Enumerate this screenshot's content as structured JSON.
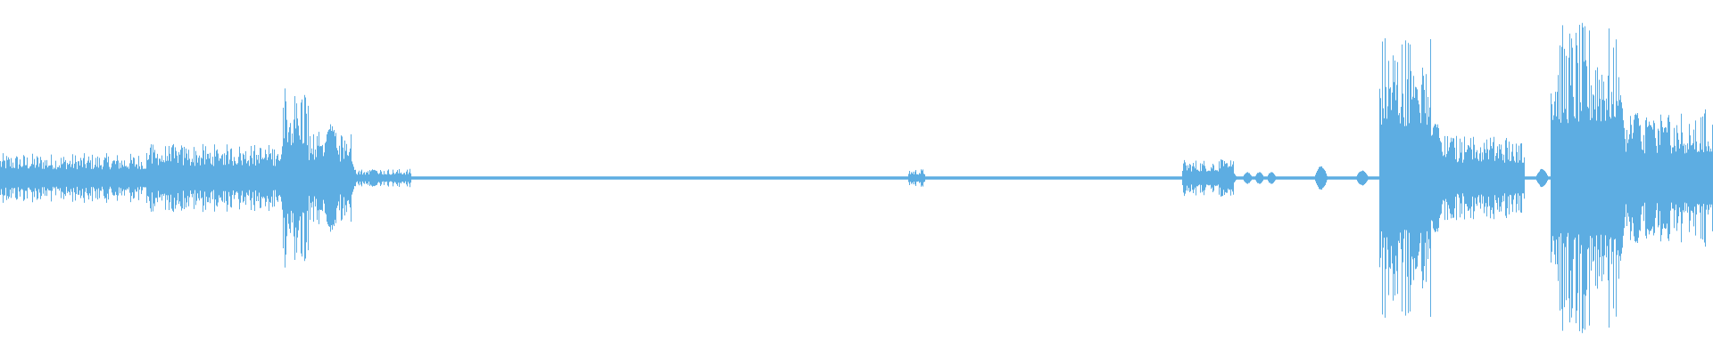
{
  "waveform": {
    "color": "#5dade2",
    "background": "#ffffff",
    "duration_fraction_samples": 1920,
    "bursts": [
      {
        "start": 0.0,
        "end": 0.205,
        "amplitude": 0.16
      },
      {
        "start": 0.085,
        "end": 0.205,
        "amplitude": 0.22
      },
      {
        "start": 0.165,
        "end": 0.18,
        "amplitude": 0.6
      },
      {
        "start": 0.18,
        "end": 0.205,
        "amplitude": 0.3
      },
      {
        "start": 0.205,
        "end": 0.24,
        "amplitude": 0.06
      },
      {
        "start": 0.53,
        "end": 0.54,
        "amplitude": 0.06
      },
      {
        "start": 0.69,
        "end": 0.72,
        "amplitude": 0.12
      },
      {
        "start": 0.805,
        "end": 0.835,
        "amplitude": 0.95
      },
      {
        "start": 0.835,
        "end": 0.89,
        "amplitude": 0.28
      },
      {
        "start": 0.905,
        "end": 0.945,
        "amplitude": 1.0
      },
      {
        "start": 0.945,
        "end": 1.0,
        "amplitude": 0.45
      }
    ],
    "lobes": [
      {
        "center": 0.193,
        "width": 0.006,
        "amplitude": 0.35
      },
      {
        "center": 0.203,
        "width": 0.005,
        "amplitude": 0.16
      },
      {
        "center": 0.218,
        "width": 0.004,
        "amplitude": 0.06
      },
      {
        "center": 0.71,
        "width": 0.003,
        "amplitude": 0.05
      },
      {
        "center": 0.719,
        "width": 0.003,
        "amplitude": 0.04
      },
      {
        "center": 0.728,
        "width": 0.003,
        "amplitude": 0.04
      },
      {
        "center": 0.735,
        "width": 0.003,
        "amplitude": 0.04
      },
      {
        "center": 0.742,
        "width": 0.003,
        "amplitude": 0.04
      },
      {
        "center": 0.771,
        "width": 0.004,
        "amplitude": 0.08
      },
      {
        "center": 0.795,
        "width": 0.004,
        "amplitude": 0.05
      },
      {
        "center": 0.826,
        "width": 0.006,
        "amplitude": 0.6
      },
      {
        "center": 0.838,
        "width": 0.005,
        "amplitude": 0.38
      },
      {
        "center": 0.847,
        "width": 0.004,
        "amplitude": 0.24
      },
      {
        "center": 0.857,
        "width": 0.004,
        "amplitude": 0.22
      },
      {
        "center": 0.866,
        "width": 0.004,
        "amplitude": 0.12
      },
      {
        "center": 0.886,
        "width": 0.004,
        "amplitude": 0.1
      },
      {
        "center": 0.9,
        "width": 0.004,
        "amplitude": 0.06
      },
      {
        "center": 0.945,
        "width": 0.005,
        "amplitude": 0.55
      },
      {
        "center": 0.955,
        "width": 0.004,
        "amplitude": 0.45
      },
      {
        "center": 0.963,
        "width": 0.004,
        "amplitude": 0.4
      },
      {
        "center": 0.972,
        "width": 0.004,
        "amplitude": 0.35
      },
      {
        "center": 0.984,
        "width": 0.003,
        "amplitude": 0.1
      },
      {
        "center": 0.996,
        "width": 0.003,
        "amplitude": 0.12
      }
    ]
  }
}
